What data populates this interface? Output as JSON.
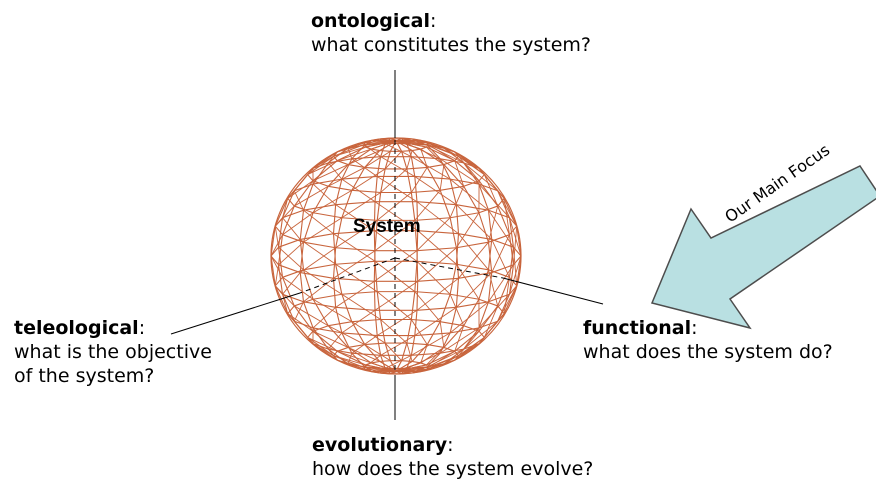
{
  "center_label": "System",
  "views": {
    "ontological": {
      "term": "ontological",
      "colon": ":",
      "question": "what constitutes the system?"
    },
    "teleological": {
      "term": "teleological",
      "colon": ":",
      "question_lines": [
        "what is the objective",
        "of the system?"
      ]
    },
    "functional": {
      "term": "functional",
      "colon": ":",
      "question": "what does the system do?"
    },
    "evolutionary": {
      "term": "evolutionary",
      "colon": ":",
      "question": "how does the system evolve?"
    }
  },
  "focus_arrow": {
    "text": "Our Main Focus",
    "fill_color": "#b9e0e2",
    "stroke_color": "#4d4d4d"
  },
  "sphere": {
    "wire_color": "#c8643c"
  }
}
